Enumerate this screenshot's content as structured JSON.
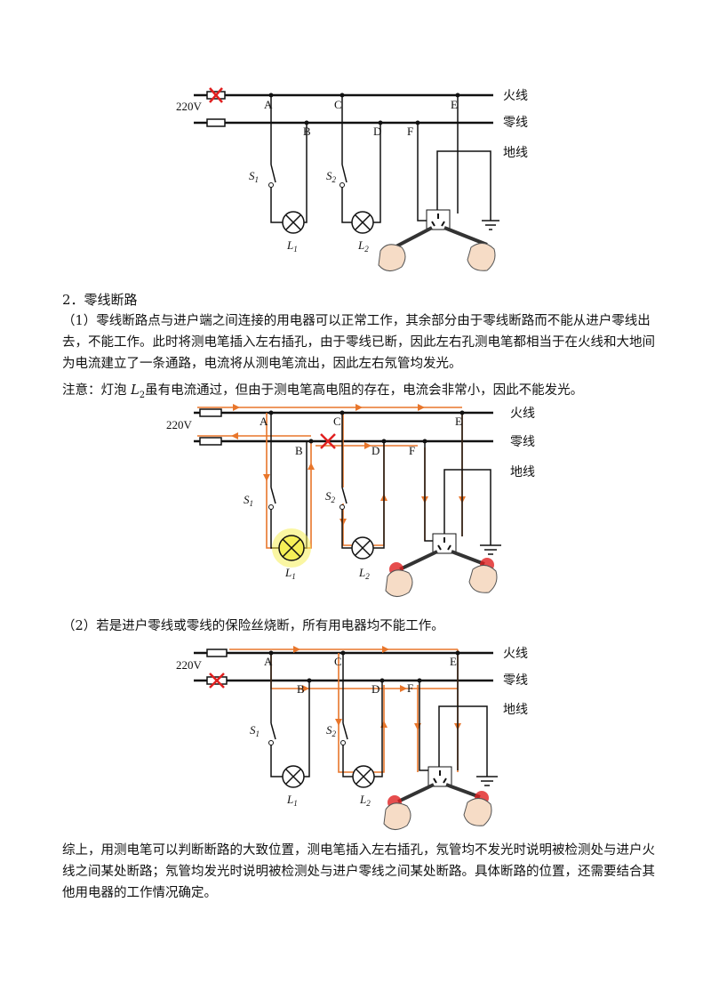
{
  "diagram_labels": {
    "voltage": "220V",
    "live": "火线",
    "neutral": "零线",
    "ground": "地线",
    "A": "A",
    "B": "B",
    "C": "C",
    "D": "D",
    "E": "E",
    "F": "F",
    "S": "S",
    "L": "L",
    "sub1": "1",
    "sub2": "2"
  },
  "section_heading": "2．零线断路",
  "para1": "（1）零线断路点与进户端之间连接的用电器可以正常工作，其余部分由于零线断路而不能从进户零线出去，不能工作。此时将测电笔插入左右插孔，由于零线已断，因此左右孔测电笔都相当于在火线和大地间为电流建立了一条通路，电流将从测电笔流出，因此左右氖管均发光。",
  "note": {
    "prefix": "注意：灯泡 ",
    "symbol": "L",
    "sub": "2",
    "suffix": "虽有电流通过，但由于测电笔高电阻的存在，电流会非常小，因此不能发光。"
  },
  "para2": "（2）若是进户零线或零线的保险丝烧断，所有用电器均不能工作。",
  "summary": "综上，用测电笔可以判断断路的大致位置，测电笔插入左右插孔，氖管均不发光时说明被检测处与进户火线之间某处断路；氖管均发光时说明被检测处与进户零线之间某处断路。具体断路的位置，还需要结合其他用电器的工作情况确定。",
  "colors": {
    "current": "#e8762b",
    "break_mark": "#e02020",
    "glow": "#f5ef57",
    "wire": "#111111"
  }
}
